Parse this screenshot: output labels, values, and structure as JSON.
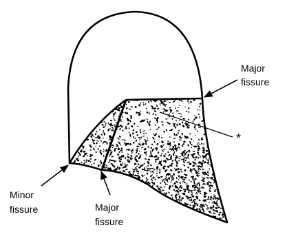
{
  "labels": {
    "major_fissure_top": [
      "Major",
      "fissure"
    ],
    "minor_fissure": [
      "Minor",
      "fissure"
    ],
    "major_fissure_bottom": [
      "Major",
      "fissure"
    ],
    "asterisk": "*"
  },
  "colors": {
    "stroke": "#000000",
    "background": "#ffffff"
  }
}
